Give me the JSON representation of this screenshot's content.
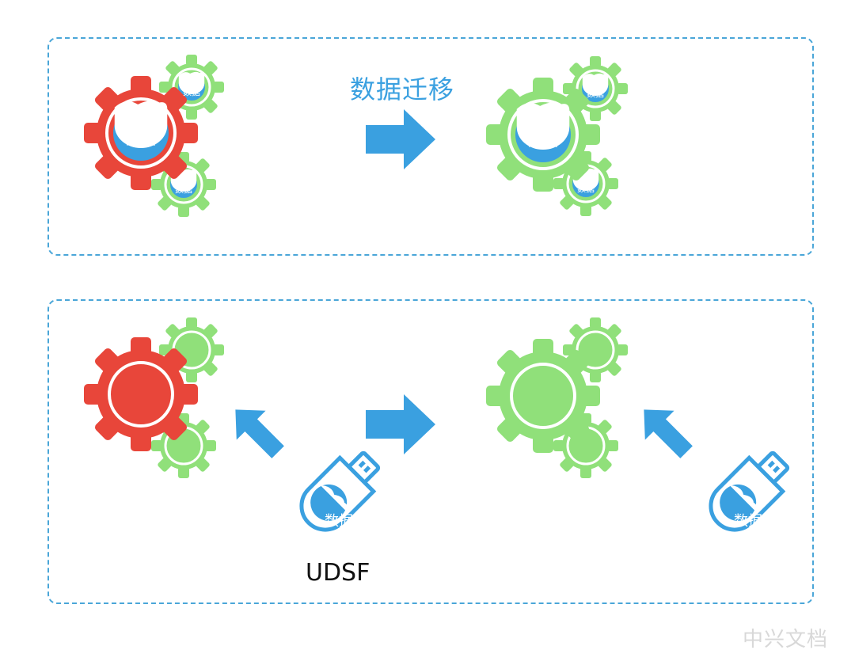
{
  "top_panel": {
    "title": "数据迁移",
    "source_cluster": {
      "main_label": "数据",
      "small_top_label": "数据",
      "small_bottom_label": "数据"
    },
    "target_cluster": {
      "main_label": "数据",
      "small_top_label": "数据",
      "small_bottom_label": "数据"
    }
  },
  "bottom_panel": {
    "usb_left_label": "数据",
    "usb_right_label": "数据",
    "udsf_label": "UDSF"
  },
  "watermark": "中兴文档",
  "colors": {
    "red": "#e8463a",
    "green": "#90e07a",
    "blue": "#3aa0e0",
    "border": "#4aa6d8"
  }
}
